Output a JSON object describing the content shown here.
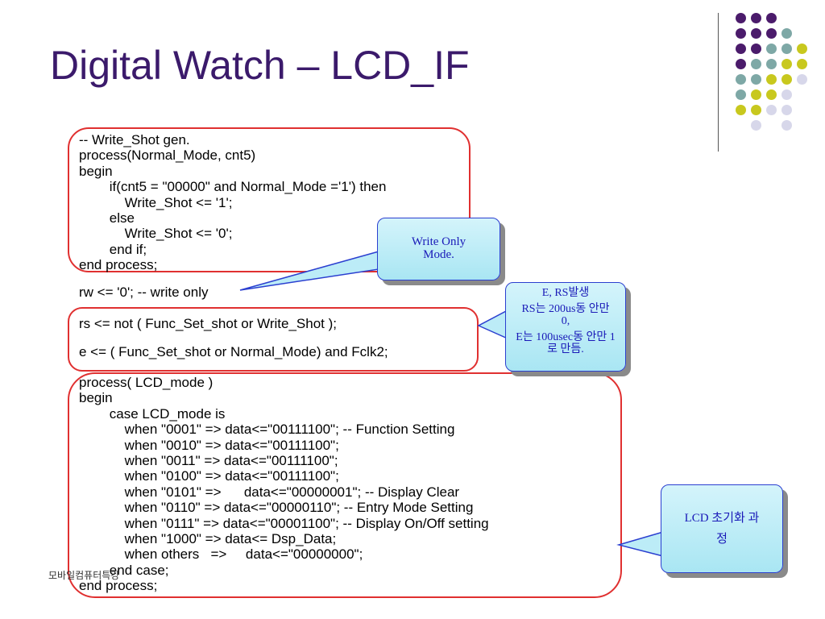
{
  "slide": {
    "title": "Digital Watch – LCD_IF",
    "footer": "모바일컴퓨터특강"
  },
  "decor": {
    "dot_colors": {
      "purple": "#4b1b6b",
      "teal": "#7ea8a6",
      "yellow": "#c8c81e",
      "lavender": "#d7d7ea"
    }
  },
  "code": {
    "block1": "-- Write_Shot gen.\nprocess(Normal_Mode, cnt5)\nbegin\n        if(cnt5 = \"00000\" and Normal_Mode ='1') then\n            Write_Shot <= '1';\n        else\n            Write_Shot <= '0';\n        end if;\nend process;",
    "rw_line": "rw <= '0'; -- write only",
    "rs_line": "rs <= not ( Func_Set_shot or Write_Shot );",
    "e_line": "e <= ( Func_Set_shot or Normal_Mode) and Fclk2;",
    "block3": "process( LCD_mode )\nbegin\n        case LCD_mode is\n            when \"0001\" => data<=\"00111100\"; -- Function Setting\n            when \"0010\" => data<=\"00111100\";\n            when \"0011\" => data<=\"00111100\";\n            when \"0100\" => data<=\"00111100\";\n            when \"0101\" =>      data<=\"00000001\"; -- Display Clear\n            when \"0110\" => data<=\"00000110\"; -- Entry Mode Setting\n            when \"0111\" => data<=\"00001100\"; -- Display On/Off setting\n            when \"1000\" => data<= Dsp_Data;\n            when others   =>     data<=\"00000000\";\n        end case;\nend process;"
  },
  "callouts": {
    "write_only": "Write Only Mode.",
    "e_rs_title": "E, RS발생",
    "e_rs_rs": "RS는 200us동 안만 0,",
    "e_rs_e": "E는 100usec동 안만 1로 만듬.",
    "lcd_init": "LCD 초기화 과정"
  }
}
